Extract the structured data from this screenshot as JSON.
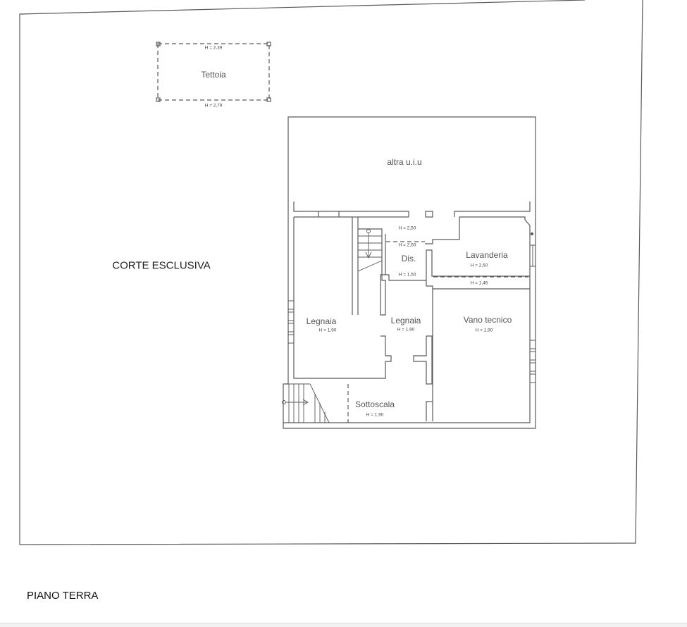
{
  "drawing": {
    "title": "PIANO TERRA",
    "court_label": "CORTE ESCLUSIVA",
    "canopy": {
      "name": "Tettoia",
      "height_top": "H = 2,39",
      "height_bottom": "H = 2,79"
    },
    "neighbor_unit": "altra u.i.u",
    "rooms": [
      {
        "name": "Dis.",
        "heights": [
          "H = 2,50",
          "H = 2,50",
          "H = 1,50"
        ]
      },
      {
        "name": "Lavanderia",
        "heights": [
          "H = 2,50",
          "H = 1,46"
        ]
      },
      {
        "name": "Legnaia",
        "heights": [
          "H = 1,90"
        ]
      },
      {
        "name": "Legnaia",
        "heights": [
          "H = 1,90"
        ]
      },
      {
        "name": "Vano tecnico",
        "heights": [
          "H = 1,90"
        ]
      },
      {
        "name": "Sottoscala",
        "heights": [
          "H = 1,90"
        ]
      }
    ]
  },
  "colors": {
    "line": "#555555",
    "dashed": "#555555",
    "background": "#ffffff"
  }
}
